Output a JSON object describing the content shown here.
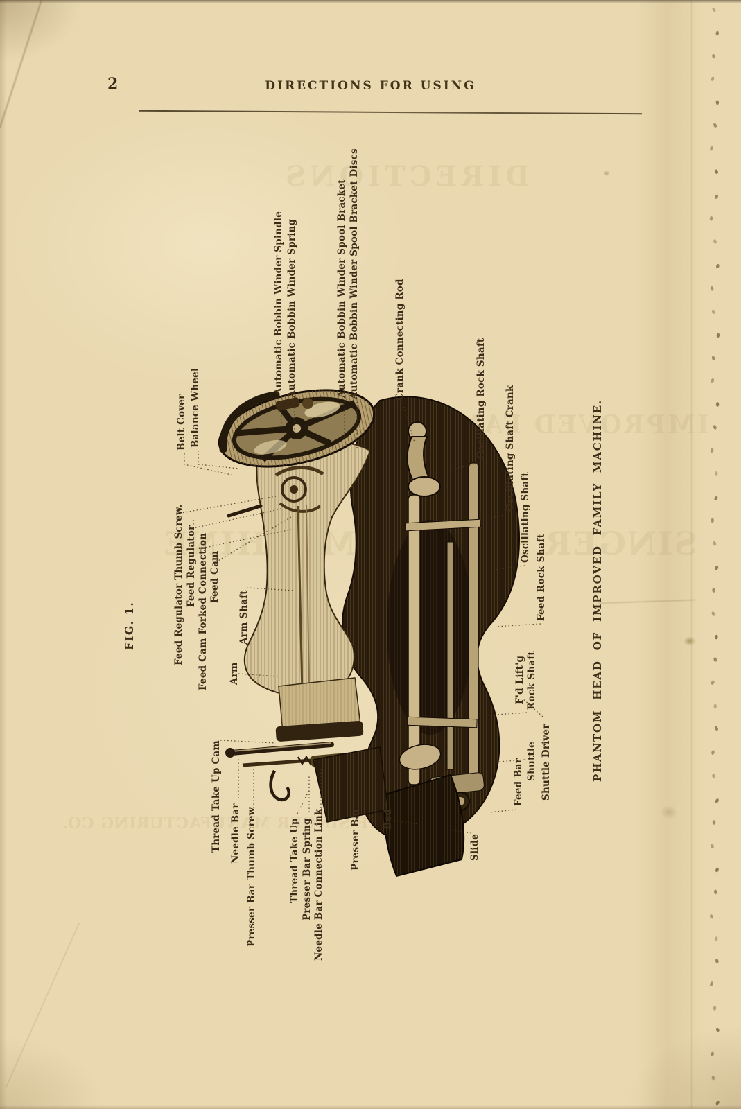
{
  "page": {
    "number": "2",
    "header": "DIRECTIONS FOR USING"
  },
  "figure": {
    "fig_label": "FIG. 1.",
    "caption": "PHANTOM HEAD OF IMPROVED FAMILY MACHINE.",
    "labels": [
      {
        "text": "Belt Cover"
      },
      {
        "text": "Balance Wheel"
      },
      {
        "text": "Automatic Bobbin Winder Spindle"
      },
      {
        "text": "Automatic Bobbin Winder Spring"
      },
      {
        "text": "Automatic Bobbin Winder Spool Bracket"
      },
      {
        "text": "Automatic Bobbin Winder Spool Bracket Discs"
      },
      {
        "text": "Crank Connecting Rod"
      },
      {
        "text": "Oscillating Rock Shaft"
      },
      {
        "text": "Oscillating Shaft Crank"
      },
      {
        "text": "Oscillating Shaft"
      },
      {
        "text": "Feed Rock Shaft"
      },
      {
        "text": "F'd Lift'g"
      },
      {
        "text": "Rock Shaft"
      },
      {
        "text": "Shuttle"
      },
      {
        "text": "Shuttle Driver"
      },
      {
        "text": "Feed Bar"
      },
      {
        "text": "Bed"
      },
      {
        "text": "Slide"
      },
      {
        "text": "Thread Take Up Cam"
      },
      {
        "text": "Needle Bar"
      },
      {
        "text": "Presser Bar Thumb Screw"
      },
      {
        "text": "Thread Take Up"
      },
      {
        "text": "Presser Bar Spring"
      },
      {
        "text": "Needle Bar Connection Link"
      },
      {
        "text": "Presser Bar"
      },
      {
        "text": "Feed Regulator Thumb Screw."
      },
      {
        "text": "Feed Regulator"
      },
      {
        "text": "Feed Cam Forked Connection"
      },
      {
        "text": "Feed Cam"
      },
      {
        "text": "Arm Shaft"
      },
      {
        "text": "Arm"
      }
    ]
  },
  "ghost_text": {
    "top": "DIRECTIONS",
    "mid1": "IMPROVED FAMILY",
    "mid2": "SINGER SEWING MACHINE",
    "bottom": "THE SINGER MANUFACTURING CO."
  },
  "colors": {
    "paper": "#e9d8b0",
    "ink": "#3c2c17",
    "engraving_dark": "#281b0c",
    "stitch": "#6d4e2b"
  }
}
